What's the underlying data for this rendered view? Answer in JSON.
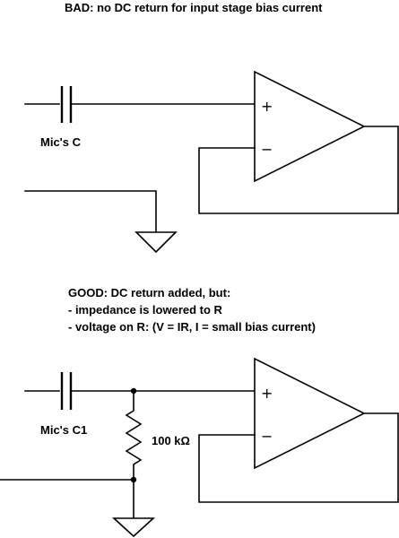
{
  "top_circuit": {
    "caption": "BAD: no DC return for input stage bias current",
    "cap_label": "Mic's C",
    "plus_sign": "+",
    "minus_sign": "−"
  },
  "bottom_circuit": {
    "caption_lines": [
      "GOOD: DC return added, but:",
      "- impedance is lowered to R",
      "- voltage on R: (V = IR, I = small bias current)"
    ],
    "cap_label": "Mic's C1",
    "resistor_label": "100 kΩ",
    "plus_sign": "+",
    "minus_sign": "−"
  }
}
